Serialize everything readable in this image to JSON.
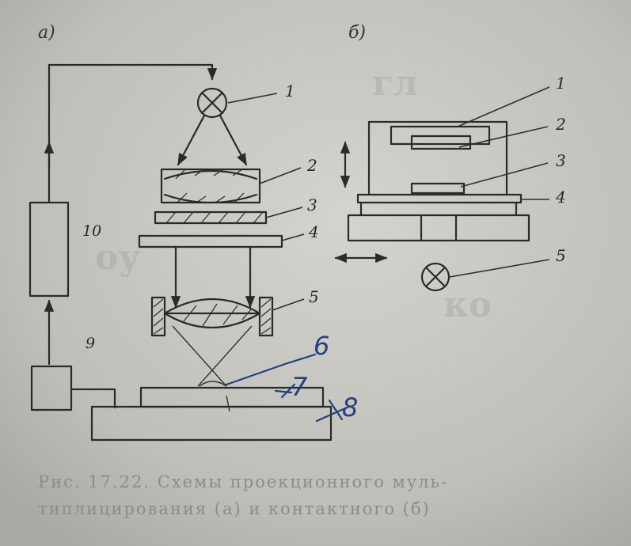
{
  "panels": {
    "a": "а)",
    "b": "б)"
  },
  "diagram_a": {
    "labels": {
      "l1": "1",
      "l2": "2",
      "l3": "3",
      "l4": "4",
      "l5": "5",
      "l9": "9",
      "l10": "10"
    },
    "handwritten": {
      "h6": "6",
      "h7": "7",
      "h8": "8"
    }
  },
  "diagram_b": {
    "labels": {
      "l1": "1",
      "l2": "2",
      "l3": "3",
      "l4": "4",
      "l5": "5"
    }
  },
  "caption": {
    "line1": "Рис. 17.22. Схемы проекционного муль-",
    "line2": "типлицирования (а) и контактного (б)"
  },
  "icons": [
    "lamp-icon",
    "lamp-icon",
    "motion-arrow-icon",
    "vertical-motion-arrow-icon"
  ],
  "colors": {
    "ink": "#2a2a2a",
    "pen": "#24407e",
    "paper": "#c9c8c2"
  }
}
